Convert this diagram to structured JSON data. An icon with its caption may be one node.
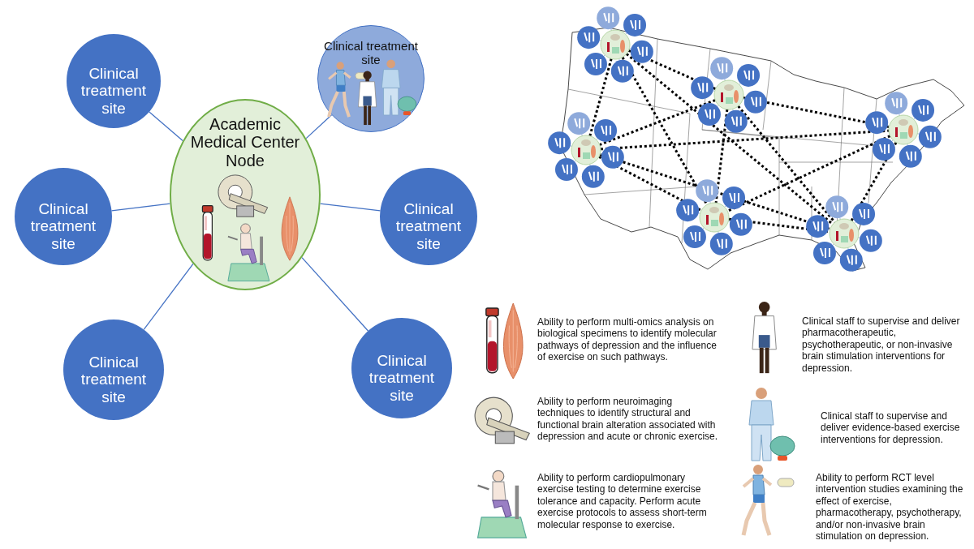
{
  "diagram": {
    "nodes": [
      {
        "text": [
          "Clinical treatment site"
        ]
      },
      {
        "text": [
          "Clinical treatment site"
        ]
      },
      {
        "text": [
          "Academic Medical Center Node"
        ]
      },
      {
        "text": [
          "Clinical treatment site"
        ]
      },
      {
        "text": [
          "Clinical treatment site"
        ]
      },
      {
        "text": [
          "Clinical treatment site"
        ]
      },
      {
        "text": [
          "Clinical treatment site"
        ]
      }
    ],
    "edges": [
      {
        "from": 2,
        "to": 0,
        "arrow": "none"
      },
      {
        "from": 2,
        "to": 1,
        "arrow": "none"
      },
      {
        "from": 2,
        "to": 3,
        "arrow": "none"
      },
      {
        "from": 2,
        "to": 4,
        "arrow": "none"
      },
      {
        "from": 2,
        "to": 5,
        "arrow": "none"
      },
      {
        "from": 2,
        "to": 6,
        "arrow": "none"
      }
    ],
    "legend": [
      {
        "text": "Ability to perform multi-omics analysis on biological specimens to identify molecular pathways of depression and the influence of exercise on such pathways."
      },
      {
        "text": "Ability to perform neuroimaging techniques to identify structural and functional brain alteration associated with depression and acute or chronic exercise."
      },
      {
        "text": "Ability to perform cardiopulmonary exercise testing to determine exercise tolerance and capacity. Perform acute exercise protocols to assess short-term molecular response to exercise."
      },
      {
        "text": "Clinical staff to supervise and deliver pharmacotherapeutic, psychotherapeutic, or non-invasive brain stimulation interventions for depression."
      },
      {
        "text": "Clinical staff to supervise and deliver evidence-based exercise interventions for depression."
      },
      {
        "text": "Ability to perform RCT level intervention studies examining the effect of exercise, pharmacotherapy, psychotherapy, and/or non-invasive brain stimulation on depression."
      }
    ]
  }
}
